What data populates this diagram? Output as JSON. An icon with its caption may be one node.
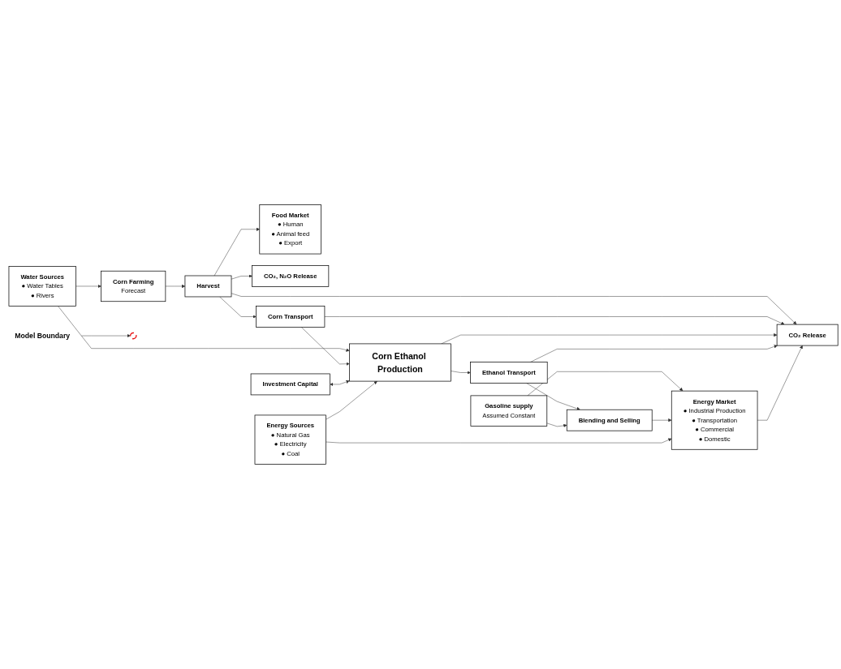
{
  "diagram": {
    "nodes": [
      {
        "text": [
          "Corn Farming",
          "Forecast"
        ]
      },
      {
        "text": [
          "Food Market",
          "● Human",
          "● Animal feed",
          "● Export"
        ]
      },
      {
        "text": [
          "Water Sources",
          "● Water Tables",
          "● Rivers"
        ]
      },
      {
        "text": [
          "Harvest"
        ]
      },
      {
        "text": [
          "CO₂, N₂O Release"
        ]
      },
      {
        "text": [
          "Model Boundary"
        ]
      },
      {
        "text": [],
        "shape": "circle"
      },
      {
        "text": [
          "Corn Transport"
        ]
      },
      {
        "text": [
          "Investment Capital"
        ]
      },
      {
        "text": [
          "Corn Ethanol Production"
        ]
      },
      {
        "text": [
          "CO₂ Release"
        ]
      },
      {
        "text": [
          "Ethanol Transport"
        ]
      },
      {
        "text": [
          "Gasoline supply",
          "Assumed Constant"
        ]
      },
      {
        "text": [
          "Blending and Selling"
        ]
      },
      {
        "text": [
          "Energy Sources",
          "● Natural Gas",
          "● Electricity",
          "● Coal"
        ]
      },
      {
        "text": [
          "Energy Market",
          "● Industrial Production",
          "● Transportation",
          "● Commercial",
          "● Domestic"
        ]
      }
    ],
    "edges": [
      {
        "from": 2,
        "to": 0,
        "arrow": "to"
      },
      {
        "from": 0,
        "to": 3,
        "arrow": "to"
      },
      {
        "from": 3,
        "to": 1,
        "arrow": "to"
      },
      {
        "from": 3,
        "to": 4,
        "arrow": "to"
      },
      {
        "from": 3,
        "to": 7,
        "arrow": "to"
      },
      {
        "from": 3,
        "to": 10,
        "arrow": "to"
      },
      {
        "from": 2,
        "to": 9,
        "arrow": "to"
      },
      {
        "from": 5,
        "to": 6,
        "arrow": "to"
      },
      {
        "from": 7,
        "to": 9,
        "arrow": "to"
      },
      {
        "from": 7,
        "to": 10,
        "arrow": "to"
      },
      {
        "from": 8,
        "to": 9,
        "arrow": "both"
      },
      {
        "from": 9,
        "to": 10,
        "arrow": "to"
      },
      {
        "from": 14,
        "to": 9,
        "arrow": "to"
      },
      {
        "from": 9,
        "to": 11,
        "arrow": "to"
      },
      {
        "from": 11,
        "to": 10,
        "arrow": "to"
      },
      {
        "from": 11,
        "to": 13,
        "arrow": "to"
      },
      {
        "from": 12,
        "to": 13,
        "arrow": "to"
      },
      {
        "from": 12,
        "to": 15,
        "arrow": "to"
      },
      {
        "from": 13,
        "to": 15,
        "arrow": "to"
      },
      {
        "from": 14,
        "to": 15,
        "arrow": "to"
      },
      {
        "from": 15,
        "to": 10,
        "arrow": "to"
      }
    ]
  }
}
